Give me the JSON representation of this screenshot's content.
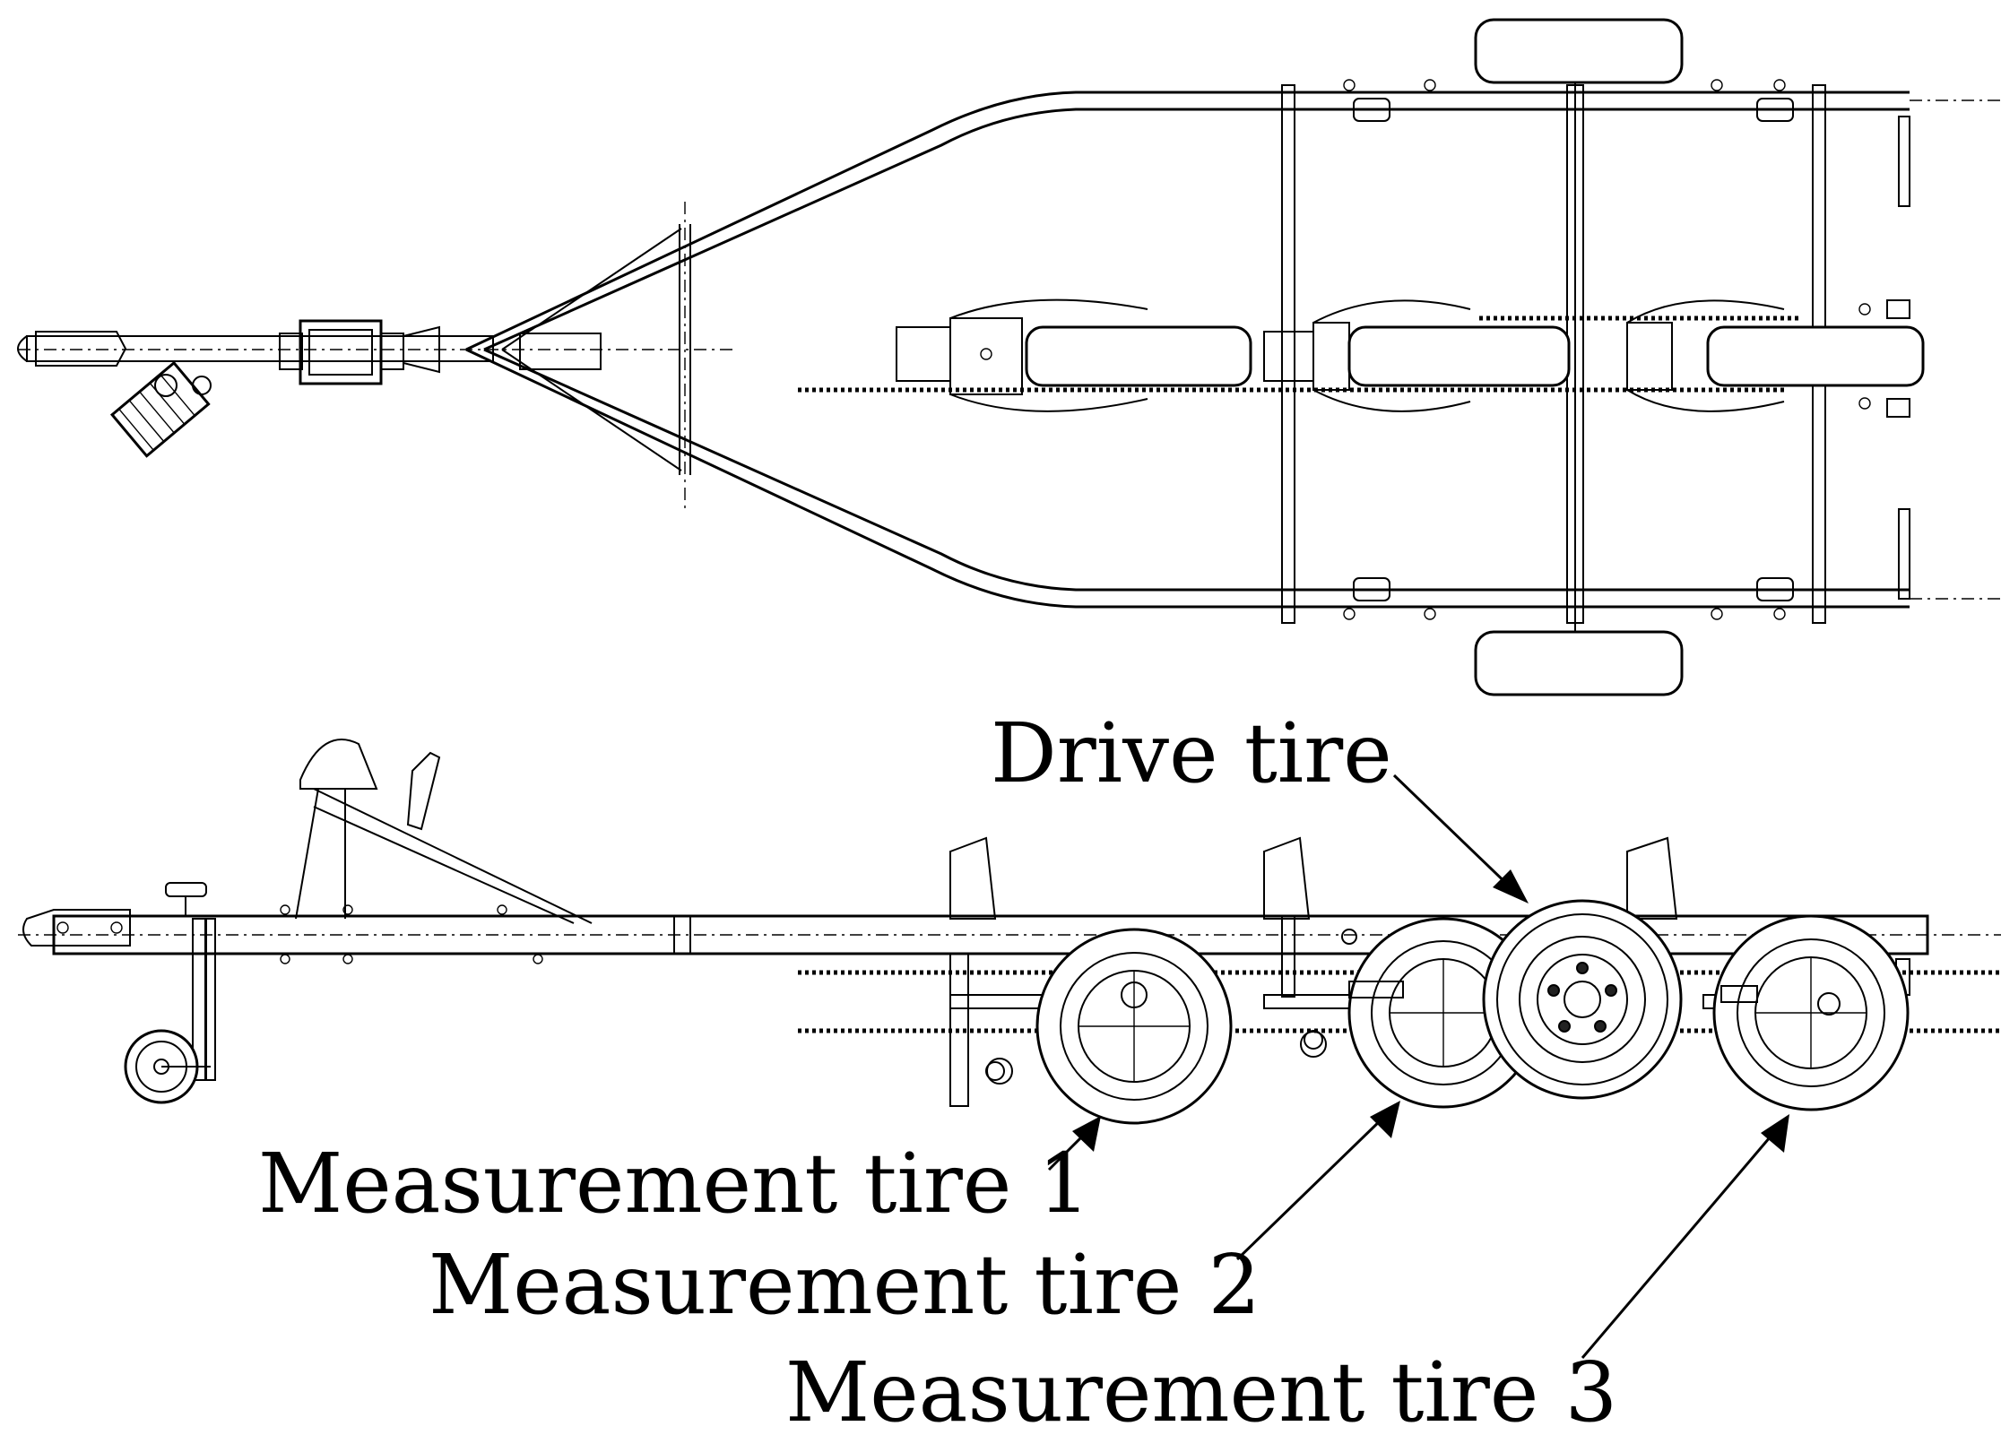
{
  "labels": {
    "drive_tire": "Drive tire",
    "measurement_tire_1": "Measurement tire 1",
    "measurement_tire_2": "Measurement tire 2",
    "measurement_tire_3": "Measurement tire 3"
  },
  "colors": {
    "line": "#000000",
    "background": "#ffffff"
  }
}
